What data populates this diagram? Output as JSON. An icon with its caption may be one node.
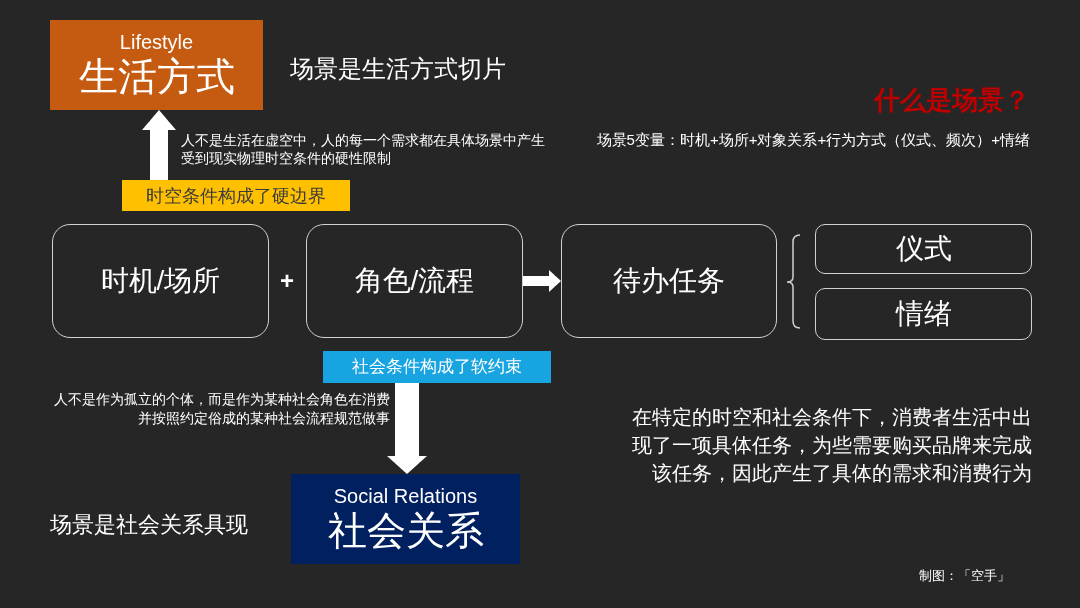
{
  "diagram": {
    "title": "什么是场景？",
    "nodes": [
      {
        "text": [
          "Lifestyle",
          "生活方式"
        ],
        "beside": [
          "场景是生活方式切片"
        ]
      },
      {
        "text": [
          "时空条件构成了硬边界"
        ]
      },
      {
        "text": [
          "时机/场所"
        ]
      },
      {
        "text": [
          "角色/流程"
        ]
      },
      {
        "text": [
          "待办任务"
        ]
      },
      {
        "text": [
          "仪式"
        ]
      },
      {
        "text": [
          "情绪"
        ]
      },
      {
        "text": [
          "社会条件构成了软约束"
        ]
      },
      {
        "text": [
          "Social Relations",
          "社会关系"
        ],
        "beside": [
          "场景是社会关系具现"
        ]
      }
    ],
    "edges": [
      {
        "from": 1,
        "to": 0,
        "arrow": "to"
      },
      {
        "from": 3,
        "to": 4,
        "arrow": "to"
      },
      {
        "from": 7,
        "to": 8,
        "arrow": "to"
      }
    ],
    "labels": [
      "人不是生活在虚空中，人的每一个需求都在具体场景中产生受到现实物理时空条件的硬性限制",
      "场景5变量：时机+场所+对象关系+行为方式（仪式、频次）+情绪",
      "+",
      "人不是作为孤立的个体，而是作为某种社会角色在消费并按照约定俗成的某种社会流程规范做事",
      "在特定的时空和社会条件下，消费者生活中出现了一项具体任务，为些需要购买品牌来完成该任务，因此产生了具体的需求和消费行为",
      "制图：「空手」"
    ]
  }
}
